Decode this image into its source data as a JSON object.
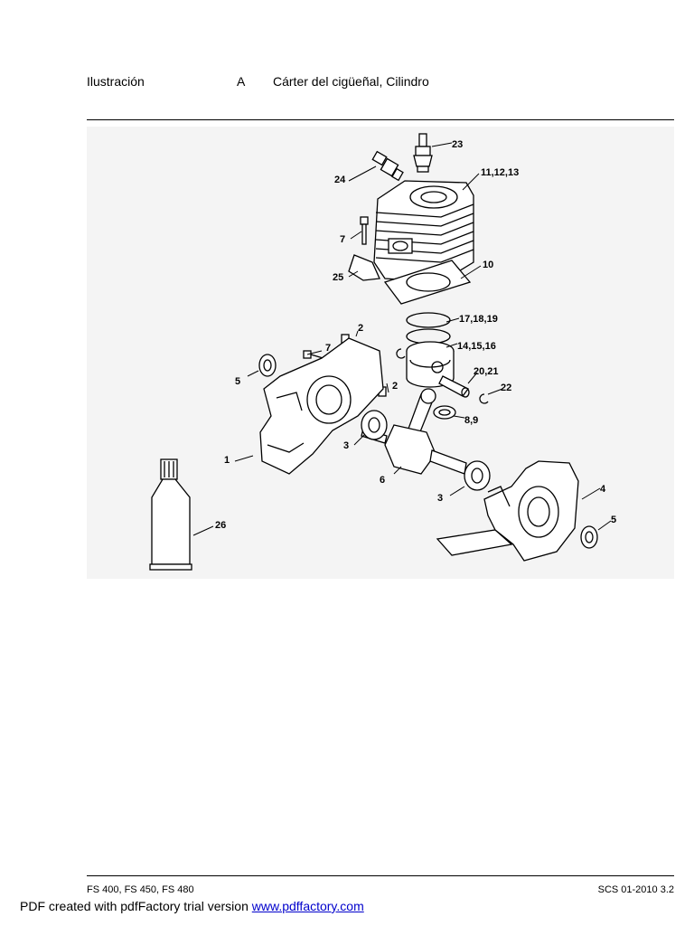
{
  "header": {
    "section_label": "Ilustración",
    "section_letter": "A",
    "section_title": "Cárter del cigüeñal, Cilindro"
  },
  "diagram": {
    "callouts": {
      "c23": "23",
      "c24": "24",
      "c11": "11,12,13",
      "c7a": "7",
      "c25": "25",
      "c10": "10",
      "c17": "17,18,19",
      "c14": "14,15,16",
      "c2a": "2",
      "c7b": "7",
      "c5a": "5",
      "c20": "20,21",
      "c22": "22",
      "c2b": "2",
      "c8": "8,9",
      "c1": "1",
      "c3a": "3",
      "c6": "6",
      "c4": "4",
      "c3b": "3",
      "c5b": "5",
      "c26": "26"
    }
  },
  "footer": {
    "models": "FS 400, FS 450, FS 480",
    "code": "SCS 01-2010 3.2"
  },
  "pdf_note": {
    "text": "PDF created with pdfFactory trial version ",
    "link": "www.pdffactory.com"
  }
}
